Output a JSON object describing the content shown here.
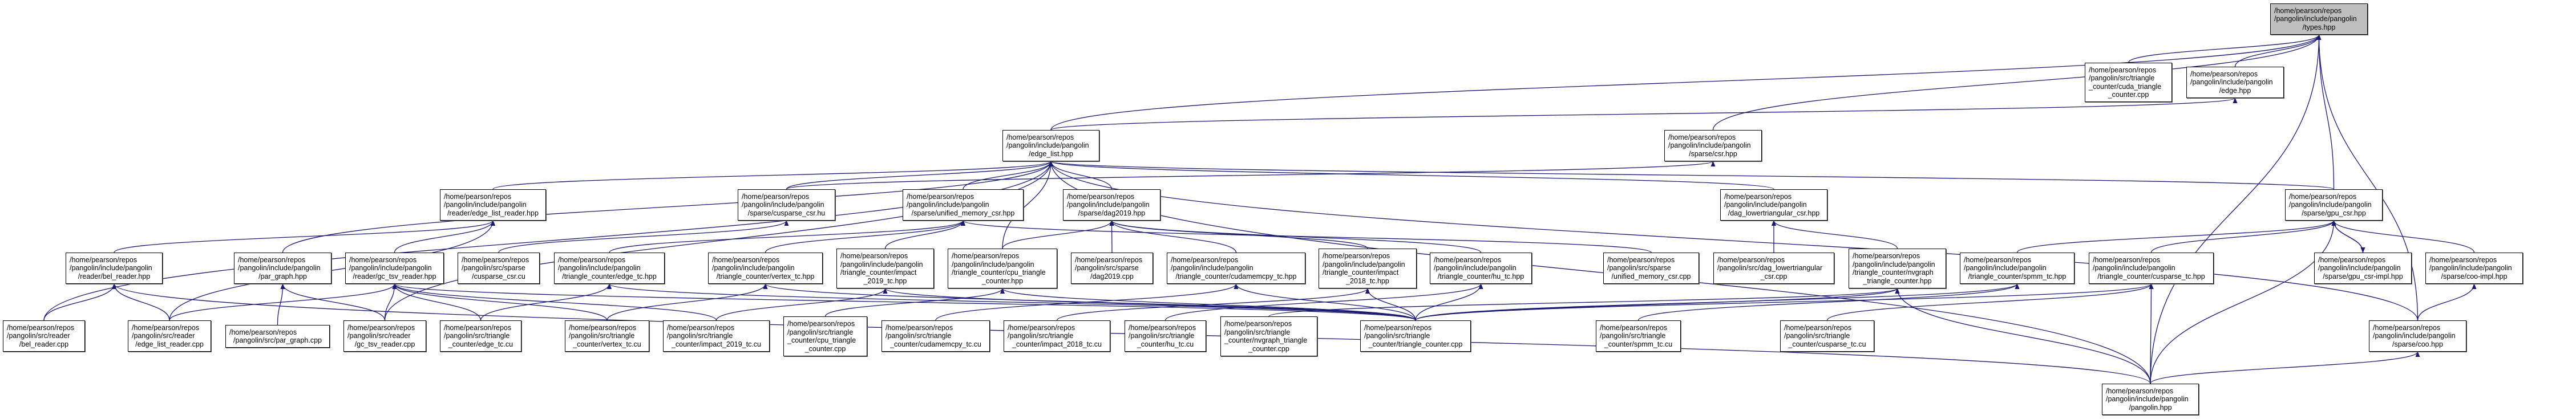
{
  "graph": {
    "root": "types",
    "edge_color": "#191970",
    "root_fill": "#bfbfbf",
    "nodes": [
      {
        "id": "types",
        "lines": [
          "/home/pearson/repos",
          "/pangolin/include/pangolin",
          "/types.hpp"
        ]
      },
      {
        "id": "cuda_tc_cpp",
        "lines": [
          "/home/pearson/repos",
          "/pangolin/src/triangle",
          "_counter/cuda_triangle",
          "_counter.cpp"
        ]
      },
      {
        "id": "edge_hpp",
        "lines": [
          "/home/pearson/repos",
          "/pangolin/include/pangolin",
          "/edge.hpp"
        ]
      },
      {
        "id": "edge_list",
        "lines": [
          "/home/pearson/repos",
          "/pangolin/include/pangolin",
          "/edge_list.hpp"
        ]
      },
      {
        "id": "csr",
        "lines": [
          "/home/pearson/repos",
          "/pangolin/include/pangolin",
          "/sparse/csr.hpp"
        ]
      },
      {
        "id": "edge_list_reader_hpp",
        "lines": [
          "/home/pearson/repos",
          "/pangolin/include/pangolin",
          "/reader/edge_list_reader.hpp"
        ]
      },
      {
        "id": "cusparse_csr_hu",
        "lines": [
          "/home/pearson/repos",
          "/pangolin/include/pangolin",
          "/sparse/cusparse_csr.hu"
        ]
      },
      {
        "id": "unified_memory_csr_hpp",
        "lines": [
          "/home/pearson/repos",
          "/pangolin/include/pangolin",
          "/sparse/unified_memory_csr.hpp"
        ]
      },
      {
        "id": "dag2019_hpp",
        "lines": [
          "/home/pearson/repos",
          "/pangolin/include/pangolin",
          "/sparse/dag2019.hpp"
        ]
      },
      {
        "id": "dag_lt_csr_hpp",
        "lines": [
          "/home/pearson/repos",
          "/pangolin/include/pangolin",
          "/dag_lowertriangular_csr.hpp"
        ]
      },
      {
        "id": "gpu_csr",
        "lines": [
          "/home/pearson/repos",
          "/pangolin/include/pangolin",
          "/sparse/gpu_csr.hpp"
        ]
      },
      {
        "id": "bel_reader_hpp",
        "lines": [
          "/home/pearson/repos",
          "/pangolin/include/pangolin",
          "/reader/bel_reader.hpp"
        ]
      },
      {
        "id": "par_graph_hpp",
        "lines": [
          "/home/pearson/repos",
          "/pangolin/include/pangolin",
          "/par_graph.hpp"
        ]
      },
      {
        "id": "gc_tsv_reader_hpp",
        "lines": [
          "/home/pearson/repos",
          "/pangolin/include/pangolin",
          "/reader/gc_tsv_reader.hpp"
        ]
      },
      {
        "id": "cusparse_csr_cu",
        "lines": [
          "/home/pearson/repos",
          "/pangolin/src/sparse",
          "/cusparse_csr.cu"
        ]
      },
      {
        "id": "edge_tc_hpp",
        "lines": [
          "/home/pearson/repos",
          "/pangolin/include/pangolin",
          "/triangle_counter/edge_tc.hpp"
        ]
      },
      {
        "id": "vertex_tc_hpp",
        "lines": [
          "/home/pearson/repos",
          "/pangolin/include/pangolin",
          "/triangle_counter/vertex_tc.hpp"
        ]
      },
      {
        "id": "impact_2019_tc_hpp",
        "lines": [
          "/home/pearson/repos",
          "/pangolin/include/pangolin",
          "/triangle_counter/impact",
          "_2019_tc.hpp"
        ]
      },
      {
        "id": "cpu_tc_hpp",
        "lines": [
          "/home/pearson/repos",
          "/pangolin/include/pangolin",
          "/triangle_counter/cpu_triangle",
          "_counter.hpp"
        ]
      },
      {
        "id": "dag2019_cpp",
        "lines": [
          "/home/pearson/repos",
          "/pangolin/src/sparse",
          "/dag2019.cpp"
        ]
      },
      {
        "id": "cudamemcpy_tc_hpp",
        "lines": [
          "/home/pearson/repos",
          "/pangolin/include/pangolin",
          "/triangle_counter/cudamemcpy_tc.hpp"
        ]
      },
      {
        "id": "impact_2018_tc_hpp",
        "lines": [
          "/home/pearson/repos",
          "/pangolin/include/pangolin",
          "/triangle_counter/impact",
          "_2018_tc.hpp"
        ]
      },
      {
        "id": "hu_tc_hpp",
        "lines": [
          "/home/pearson/repos",
          "/pangolin/include/pangolin",
          "/triangle_counter/hu_tc.hpp"
        ]
      },
      {
        "id": "unified_memory_csr_cpp",
        "lines": [
          "/home/pearson/repos",
          "/pangolin/src/sparse",
          "/unified_memory_csr.cpp"
        ]
      },
      {
        "id": "dag_lt_csr_cpp",
        "lines": [
          "/home/pearson/repos",
          "/pangolin/src/dag_lowertriangular",
          "_csr.cpp"
        ]
      },
      {
        "id": "nvgraph_tc_hpp",
        "lines": [
          "/home/pearson/repos",
          "/pangolin/include/pangolin",
          "/triangle_counter/nvgraph",
          "_triangle_counter.hpp"
        ]
      },
      {
        "id": "spmm_tc_hpp",
        "lines": [
          "/home/pearson/repos",
          "/pangolin/include/pangolin",
          "/triangle_counter/spmm_tc.hpp"
        ]
      },
      {
        "id": "cusparse_tc_hpp",
        "lines": [
          "/home/pearson/repos",
          "/pangolin/include/pangolin",
          "/triangle_counter/cusparse_tc.hpp"
        ]
      },
      {
        "id": "gpu_csr_impl",
        "lines": [
          "/home/pearson/repos",
          "/pangolin/include/pangolin",
          "/sparse/gpu_csr-impl.hpp"
        ]
      },
      {
        "id": "coo_impl",
        "lines": [
          "/home/pearson/repos",
          "/pangolin/include/pangolin",
          "/sparse/coo-impl.hpp"
        ]
      },
      {
        "id": "bel_reader_cpp",
        "lines": [
          "/home/pearson/repos",
          "/pangolin/src/reader",
          "/bel_reader.cpp"
        ]
      },
      {
        "id": "edge_list_reader_cpp",
        "lines": [
          "/home/pearson/repos",
          "/pangolin/src/reader",
          "/edge_list_reader.cpp"
        ]
      },
      {
        "id": "par_graph_cpp",
        "lines": [
          "/home/pearson/repos",
          "/pangolin/src/par_graph.cpp"
        ]
      },
      {
        "id": "gc_tsv_reader_cpp",
        "lines": [
          "/home/pearson/repos",
          "/pangolin/src/reader",
          "/gc_tsv_reader.cpp"
        ]
      },
      {
        "id": "edge_tc_cu",
        "lines": [
          "/home/pearson/repos",
          "/pangolin/src/triangle",
          "_counter/edge_tc.cu"
        ]
      },
      {
        "id": "vertex_tc_cu",
        "lines": [
          "/home/pearson/repos",
          "/pangolin/src/triangle",
          "_counter/vertex_tc.cu"
        ]
      },
      {
        "id": "impact_2019_tc_cu",
        "lines": [
          "/home/pearson/repos",
          "/pangolin/src/triangle",
          "_counter/impact_2019_tc.cu"
        ]
      },
      {
        "id": "cpu_tc_cpp",
        "lines": [
          "/home/pearson/repos",
          "/pangolin/src/triangle",
          "_counter/cpu_triangle",
          "_counter.cpp"
        ]
      },
      {
        "id": "cudamemcpy_tc_cu",
        "lines": [
          "/home/pearson/repos",
          "/pangolin/src/triangle",
          "_counter/cudamemcpy_tc.cu"
        ]
      },
      {
        "id": "impact_2018_tc_cu",
        "lines": [
          "/home/pearson/repos",
          "/pangolin/src/triangle",
          "_counter/impact_2018_tc.cu"
        ]
      },
      {
        "id": "hu_tc_cu",
        "lines": [
          "/home/pearson/repos",
          "/pangolin/src/triangle",
          "_counter/hu_tc.cu"
        ]
      },
      {
        "id": "nvgraph_tc_cpp",
        "lines": [
          "/home/pearson/repos",
          "/pangolin/src/triangle",
          "_counter/nvgraph_triangle",
          "_counter.cpp"
        ]
      },
      {
        "id": "triangle_counter_cpp",
        "lines": [
          "/home/pearson/repos",
          "/pangolin/src/triangle",
          "_counter/triangle_counter.cpp"
        ]
      },
      {
        "id": "spmm_tc_cu",
        "lines": [
          "/home/pearson/repos",
          "/pangolin/src/triangle",
          "_counter/spmm_tc.cu"
        ]
      },
      {
        "id": "cusparse_tc_cu",
        "lines": [
          "/home/pearson/repos",
          "/pangolin/src/triangle",
          "_counter/cusparse_tc.cu"
        ]
      },
      {
        "id": "coo",
        "lines": [
          "/home/pearson/repos",
          "/pangolin/include/pangolin",
          "/sparse/coo.hpp"
        ]
      },
      {
        "id": "pangolin",
        "lines": [
          "/home/pearson/repos",
          "/pangolin/include/pangolin",
          "/pangolin.hpp"
        ]
      }
    ],
    "edges": [
      [
        "cuda_tc_cpp",
        "types"
      ],
      [
        "edge_hpp",
        "types"
      ],
      [
        "edge_list",
        "types"
      ],
      [
        "gpu_csr",
        "types"
      ],
      [
        "coo",
        "types"
      ],
      [
        "pangolin",
        "types"
      ],
      [
        "csr",
        "types"
      ],
      [
        "edge_list",
        "edge_hpp"
      ],
      [
        "edge_list_reader_hpp",
        "edge_list"
      ],
      [
        "par_graph_hpp",
        "edge_list"
      ],
      [
        "cusparse_csr_hu",
        "edge_list"
      ],
      [
        "unified_memory_csr_hpp",
        "edge_list"
      ],
      [
        "dag2019_hpp",
        "edge_list"
      ],
      [
        "dag_lt_csr_hpp",
        "edge_list"
      ],
      [
        "gpu_csr",
        "edge_list"
      ],
      [
        "coo",
        "edge_list"
      ],
      [
        "bel_reader_cpp",
        "edge_list"
      ],
      [
        "gc_tsv_reader_cpp",
        "edge_list"
      ],
      [
        "cpu_tc_hpp",
        "edge_list"
      ],
      [
        "pangolin",
        "edge_list"
      ],
      [
        "cusparse_csr_hu",
        "csr"
      ],
      [
        "bel_reader_hpp",
        "edge_list_reader_hpp"
      ],
      [
        "gc_tsv_reader_hpp",
        "edge_list_reader_hpp"
      ],
      [
        "edge_list_reader_cpp",
        "edge_list_reader_hpp"
      ],
      [
        "bel_reader_cpp",
        "bel_reader_hpp"
      ],
      [
        "edge_list_reader_cpp",
        "bel_reader_hpp"
      ],
      [
        "pangolin",
        "bel_reader_hpp"
      ],
      [
        "par_graph_cpp",
        "par_graph_hpp"
      ],
      [
        "gc_tsv_reader_cpp",
        "par_graph_hpp"
      ],
      [
        "gc_tsv_reader_cpp",
        "gc_tsv_reader_hpp"
      ],
      [
        "edge_list_reader_cpp",
        "gc_tsv_reader_hpp"
      ],
      [
        "edge_tc_cu",
        "gc_tsv_reader_hpp"
      ],
      [
        "vertex_tc_cu",
        "gc_tsv_reader_hpp"
      ],
      [
        "impact_2019_tc_cu",
        "gc_tsv_reader_hpp"
      ],
      [
        "triangle_counter_cpp",
        "gc_tsv_reader_hpp"
      ],
      [
        "cusparse_csr_cu",
        "cusparse_csr_hu"
      ],
      [
        "unified_memory_csr_cpp",
        "unified_memory_csr_hpp"
      ],
      [
        "edge_tc_hpp",
        "unified_memory_csr_hpp"
      ],
      [
        "vertex_tc_hpp",
        "unified_memory_csr_hpp"
      ],
      [
        "impact_2019_tc_hpp",
        "unified_memory_csr_hpp"
      ],
      [
        "dag2019_cpp",
        "dag2019_hpp"
      ],
      [
        "cudamemcpy_tc_hpp",
        "dag2019_hpp"
      ],
      [
        "impact_2018_tc_hpp",
        "dag2019_hpp"
      ],
      [
        "hu_tc_hpp",
        "dag2019_hpp"
      ],
      [
        "cpu_tc_hpp",
        "dag2019_hpp"
      ],
      [
        "dag_lt_csr_cpp",
        "dag_lt_csr_hpp"
      ],
      [
        "nvgraph_tc_hpp",
        "dag_lt_csr_hpp"
      ],
      [
        "gpu_csr_impl",
        "gpu_csr"
      ],
      [
        "gpu_csr",
        "gpu_csr_impl"
      ],
      [
        "coo_impl",
        "gpu_csr"
      ],
      [
        "cusparse_tc_hpp",
        "gpu_csr"
      ],
      [
        "spmm_tc_hpp",
        "gpu_csr"
      ],
      [
        "pangolin",
        "gpu_csr"
      ],
      [
        "coo",
        "coo_impl"
      ],
      [
        "pangolin",
        "coo"
      ],
      [
        "edge_tc_cu",
        "edge_tc_hpp"
      ],
      [
        "vertex_tc_cu",
        "vertex_tc_hpp"
      ],
      [
        "impact_2019_tc_cu",
        "impact_2019_tc_hpp"
      ],
      [
        "cpu_tc_cpp",
        "cpu_tc_hpp"
      ],
      [
        "cudamemcpy_tc_cu",
        "cudamemcpy_tc_hpp"
      ],
      [
        "impact_2018_tc_cu",
        "impact_2018_tc_hpp"
      ],
      [
        "hu_tc_cu",
        "hu_tc_hpp"
      ],
      [
        "nvgraph_tc_cpp",
        "nvgraph_tc_hpp"
      ],
      [
        "spmm_tc_cu",
        "spmm_tc_hpp"
      ],
      [
        "cusparse_tc_cu",
        "cusparse_tc_hpp"
      ],
      [
        "triangle_counter_cpp",
        "edge_tc_hpp"
      ],
      [
        "triangle_counter_cpp",
        "vertex_tc_hpp"
      ],
      [
        "triangle_counter_cpp",
        "impact_2019_tc_hpp"
      ],
      [
        "triangle_counter_cpp",
        "cpu_tc_hpp"
      ],
      [
        "triangle_counter_cpp",
        "cudamemcpy_tc_hpp"
      ],
      [
        "triangle_counter_cpp",
        "impact_2018_tc_hpp"
      ],
      [
        "triangle_counter_cpp",
        "hu_tc_hpp"
      ],
      [
        "triangle_counter_cpp",
        "nvgraph_tc_hpp"
      ],
      [
        "triangle_counter_cpp",
        "spmm_tc_hpp"
      ],
      [
        "triangle_counter_cpp",
        "cusparse_tc_hpp"
      ],
      [
        "pangolin",
        "nvgraph_tc_hpp"
      ],
      [
        "pangolin",
        "cusparse_tc_hpp"
      ]
    ]
  }
}
